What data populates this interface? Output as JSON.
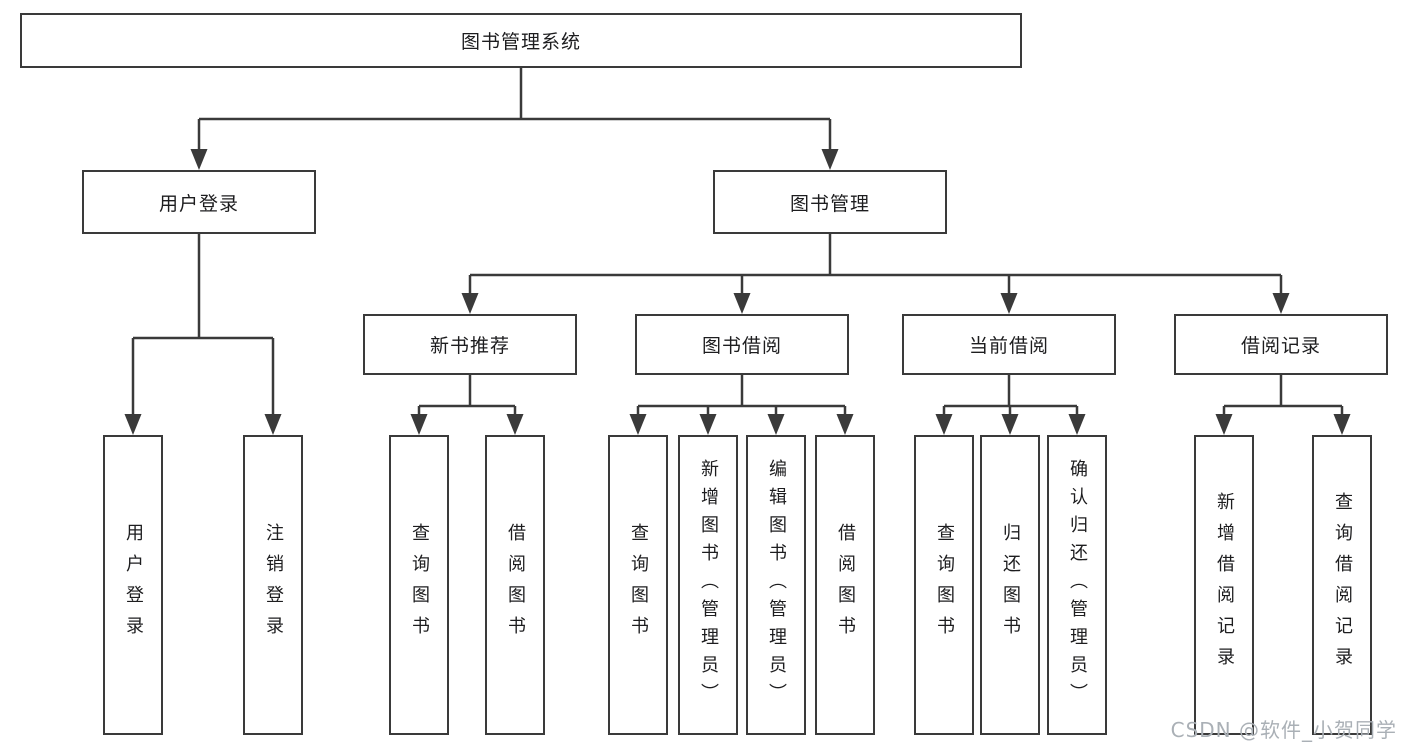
{
  "tree": {
    "label": "图书管理系统",
    "children": [
      {
        "label": "用户登录",
        "children": [
          {
            "label": "用户登录"
          },
          {
            "label": "注销登录"
          }
        ]
      },
      {
        "label": "图书管理",
        "children": [
          {
            "label": "新书推荐",
            "children": [
              {
                "label": "查询图书"
              },
              {
                "label": "借阅图书"
              }
            ]
          },
          {
            "label": "图书借阅",
            "children": [
              {
                "label": "查询图书"
              },
              {
                "label": "新增图书（管理员）"
              },
              {
                "label": "编辑图书（管理员）"
              },
              {
                "label": "借阅图书"
              }
            ]
          },
          {
            "label": "当前借阅",
            "children": [
              {
                "label": "查询图书"
              },
              {
                "label": "归还图书"
              },
              {
                "label": "确认归还（管理员）"
              }
            ]
          },
          {
            "label": "借阅记录",
            "children": [
              {
                "label": "新增借阅记录"
              },
              {
                "label": "查询借阅记录"
              }
            ]
          }
        ]
      }
    ]
  },
  "watermark": {
    "text": "CSDN @软件_小贺同学"
  },
  "colors": {
    "line": "#3a3a3a",
    "text": "#1d1d1f",
    "background": "#ffffff",
    "watermark": "#aab0b6"
  }
}
